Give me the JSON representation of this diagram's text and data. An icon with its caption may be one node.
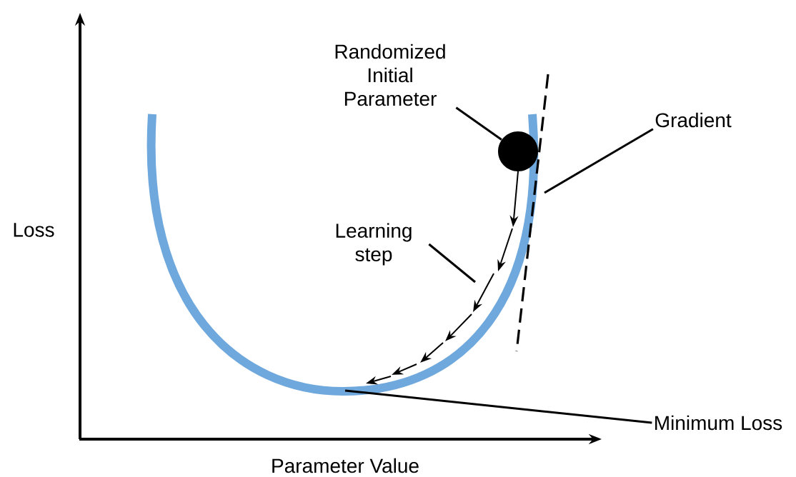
{
  "diagram": {
    "nodes": [
      {
        "text": [
          "Randomized Initial Parameter"
        ]
      },
      {
        "text": [],
        "shape": "circle"
      },
      {
        "text": [
          "Gradient"
        ]
      },
      {
        "text": [
          "Learning step"
        ]
      },
      {
        "text": [
          "Minimum Loss"
        ]
      }
    ],
    "edges": [
      {
        "from": 0,
        "to": 1,
        "arrow": "none"
      },
      {
        "from": 2,
        "to": null,
        "arrow": "none"
      },
      {
        "from": 3,
        "to": null,
        "arrow": "none"
      },
      {
        "from": 4,
        "to": null,
        "arrow": "none"
      }
    ],
    "labels": [
      "Loss",
      "Parameter Value"
    ]
  }
}
